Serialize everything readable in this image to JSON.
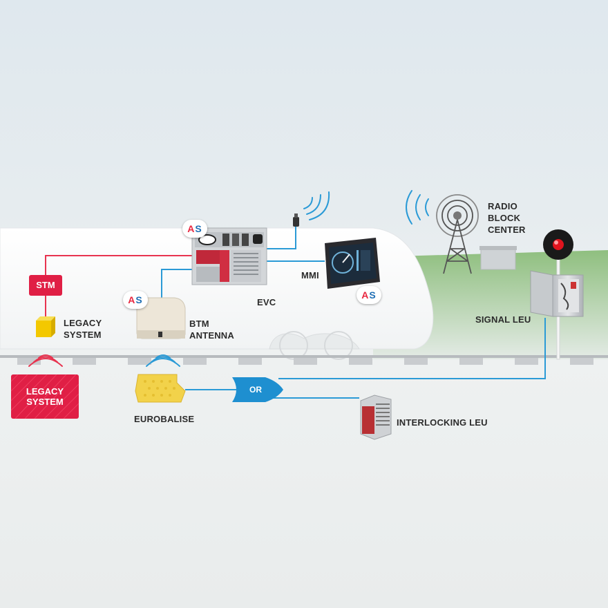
{
  "labels": {
    "legacy_system_onboard": [
      "LEGACY",
      "SYSTEM"
    ],
    "btm_antenna": [
      "BTM",
      "ANTENNA"
    ],
    "evc": "EVC",
    "mmi": "MMI",
    "radio_block_center": [
      "RADIO",
      "BLOCK",
      "CENTER"
    ],
    "signal_leu": "SIGNAL LEU",
    "eurobalise": "EUROBALISE",
    "interlocking_leu": "INTERLOCKING LEU",
    "stm": "STM",
    "legacy_system_track": [
      "LEGACY",
      "SYSTEM"
    ],
    "or_gate": "OR",
    "badge": {
      "a": "A",
      "s": "S"
    }
  },
  "colors": {
    "red_link": "#e8334f",
    "blue_link": "#2a9ad6",
    "stm_box": "#e01f45",
    "legacy_track_box": "#e01f45",
    "legacy_onboard_box": "#f3c800",
    "eurobalise": "#f2d24a",
    "signal_light": "#e0141e",
    "grass": "#9bc48a"
  },
  "icons": [
    "wifi-waves-icon",
    "radio-tower-icon",
    "signal-lamp-icon",
    "antenna-icon"
  ]
}
